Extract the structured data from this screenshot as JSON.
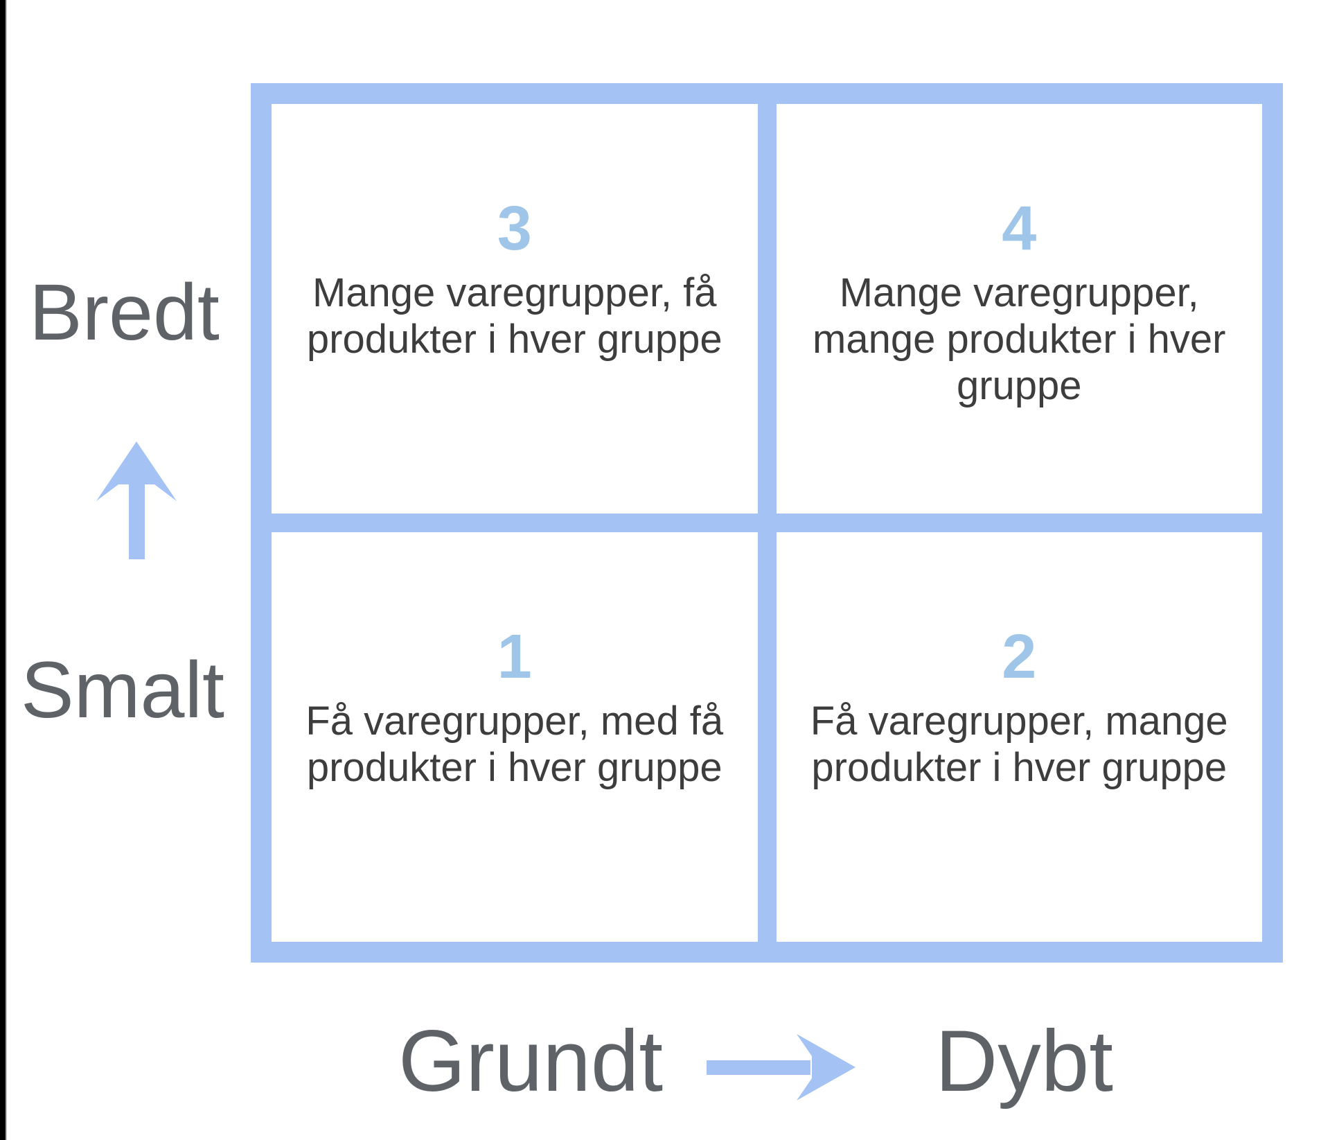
{
  "colors": {
    "accent_blue": "#a4c2f4",
    "number_blue": "#9fc5e8",
    "text_dark": "#3d3d3d",
    "label_gray": "#5f6368",
    "edge_bar": "#000000",
    "background": "#ffffff"
  },
  "y_axis": {
    "top_label": "Bredt",
    "bottom_label": "Smalt",
    "arrow_icon": "up-arrow"
  },
  "x_axis": {
    "left_label": "Grundt",
    "right_label": "Dybt",
    "arrow_icon": "right-arrow"
  },
  "matrix": {
    "top_left": {
      "number": "3",
      "text": "Mange varegrupper, få produkter i hver gruppe"
    },
    "top_right": {
      "number": "4",
      "text": "Mange varegrupper, mange produkter i hver gruppe"
    },
    "bottom_left": {
      "number": "1",
      "text": "Få varegrupper, med få produkter i hver gruppe"
    },
    "bottom_right": {
      "number": "2",
      "text": "Få varegrupper, mange produkter i hver gruppe"
    }
  }
}
